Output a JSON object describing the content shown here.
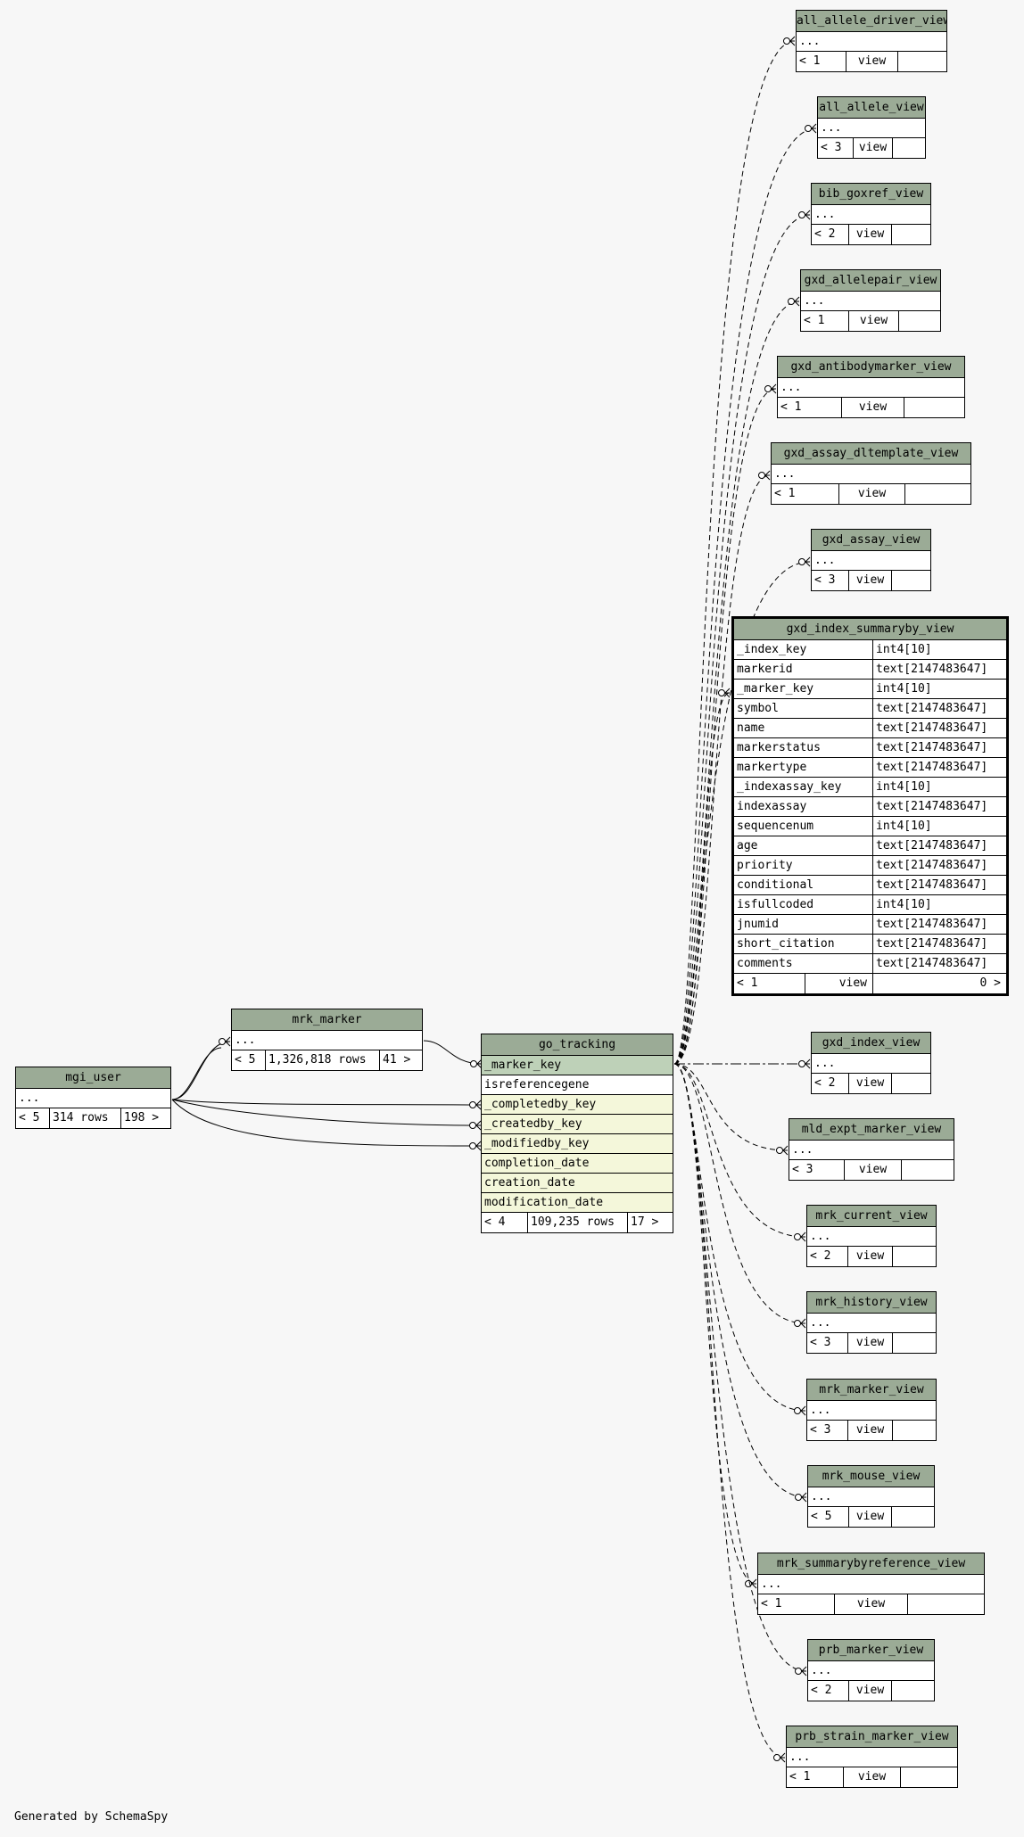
{
  "footer": "Generated by SchemaSpy",
  "tables": {
    "all_allele_driver_view": {
      "name": "all_allele_driver_view",
      "row": "...",
      "parents": "< 1",
      "rows": "view"
    },
    "all_allele_view": {
      "name": "all_allele_view",
      "row": "...",
      "parents": "< 3",
      "rows": "view"
    },
    "bib_goxref_view": {
      "name": "bib_goxref_view",
      "row": "...",
      "parents": "< 2",
      "rows": "view"
    },
    "gxd_allelepair_view": {
      "name": "gxd_allelepair_view",
      "row": "...",
      "parents": "< 1",
      "rows": "view"
    },
    "gxd_antibodymarker_view": {
      "name": "gxd_antibodymarker_view",
      "row": "...",
      "parents": "< 1",
      "rows": "view"
    },
    "gxd_assay_dltemplate_view": {
      "name": "gxd_assay_dltemplate_view",
      "row": "...",
      "parents": "< 1",
      "rows": "view"
    },
    "gxd_assay_view": {
      "name": "gxd_assay_view",
      "row": "...",
      "parents": "< 3",
      "rows": "view"
    },
    "gxd_index_view": {
      "name": "gxd_index_view",
      "row": "...",
      "parents": "< 2",
      "rows": "view"
    },
    "mld_expt_marker_view": {
      "name": "mld_expt_marker_view",
      "row": "...",
      "parents": "< 3",
      "rows": "view"
    },
    "mrk_current_view": {
      "name": "mrk_current_view",
      "row": "...",
      "parents": "< 2",
      "rows": "view"
    },
    "mrk_history_view": {
      "name": "mrk_history_view",
      "row": "...",
      "parents": "< 3",
      "rows": "view"
    },
    "mrk_marker_view": {
      "name": "mrk_marker_view",
      "row": "...",
      "parents": "< 3",
      "rows": "view"
    },
    "mrk_mouse_view": {
      "name": "mrk_mouse_view",
      "row": "...",
      "parents": "< 5",
      "rows": "view"
    },
    "mrk_summarybyreference_view": {
      "name": "mrk_summarybyreference_view",
      "row": "...",
      "parents": "< 1",
      "rows": "view"
    },
    "prb_marker_view": {
      "name": "prb_marker_view",
      "row": "...",
      "parents": "< 2",
      "rows": "view"
    },
    "prb_strain_marker_view": {
      "name": "prb_strain_marker_view",
      "row": "...",
      "parents": "< 1",
      "rows": "view"
    },
    "mrk_marker": {
      "name": "mrk_marker",
      "row": "...",
      "parents": "< 5",
      "rows": "1,326,818 rows",
      "children": "41 >"
    },
    "mgi_user": {
      "name": "mgi_user",
      "row": "...",
      "parents": "< 5",
      "rows": "314 rows",
      "children": "198 >"
    },
    "go_tracking": {
      "name": "go_tracking",
      "columns": [
        "_marker_key",
        "isreferencegene",
        "_completedby_key",
        "_createdby_key",
        "_modifiedby_key",
        "completion_date",
        "creation_date",
        "modification_date"
      ],
      "parents": "< 4",
      "rows": "109,235 rows",
      "children": "17 >"
    },
    "gxd_index_summaryby_view": {
      "name": "gxd_index_summaryby_view",
      "columns": [
        {
          "name": "_index_key",
          "type": "int4[10]"
        },
        {
          "name": "markerid",
          "type": "text[2147483647]"
        },
        {
          "name": "_marker_key",
          "type": "int4[10]"
        },
        {
          "name": "symbol",
          "type": "text[2147483647]"
        },
        {
          "name": "name",
          "type": "text[2147483647]"
        },
        {
          "name": "markerstatus",
          "type": "text[2147483647]"
        },
        {
          "name": "markertype",
          "type": "text[2147483647]"
        },
        {
          "name": "_indexassay_key",
          "type": "int4[10]"
        },
        {
          "name": "indexassay",
          "type": "text[2147483647]"
        },
        {
          "name": "sequencenum",
          "type": "int4[10]"
        },
        {
          "name": "age",
          "type": "text[2147483647]"
        },
        {
          "name": "priority",
          "type": "text[2147483647]"
        },
        {
          "name": "conditional",
          "type": "text[2147483647]"
        },
        {
          "name": "isfullcoded",
          "type": "int4[10]"
        },
        {
          "name": "jnumid",
          "type": "text[2147483647]"
        },
        {
          "name": "short_citation",
          "type": "text[2147483647]"
        },
        {
          "name": "comments",
          "type": "text[2147483647]"
        }
      ],
      "parents": "< 1",
      "rows": "view",
      "children": "0 >"
    }
  }
}
